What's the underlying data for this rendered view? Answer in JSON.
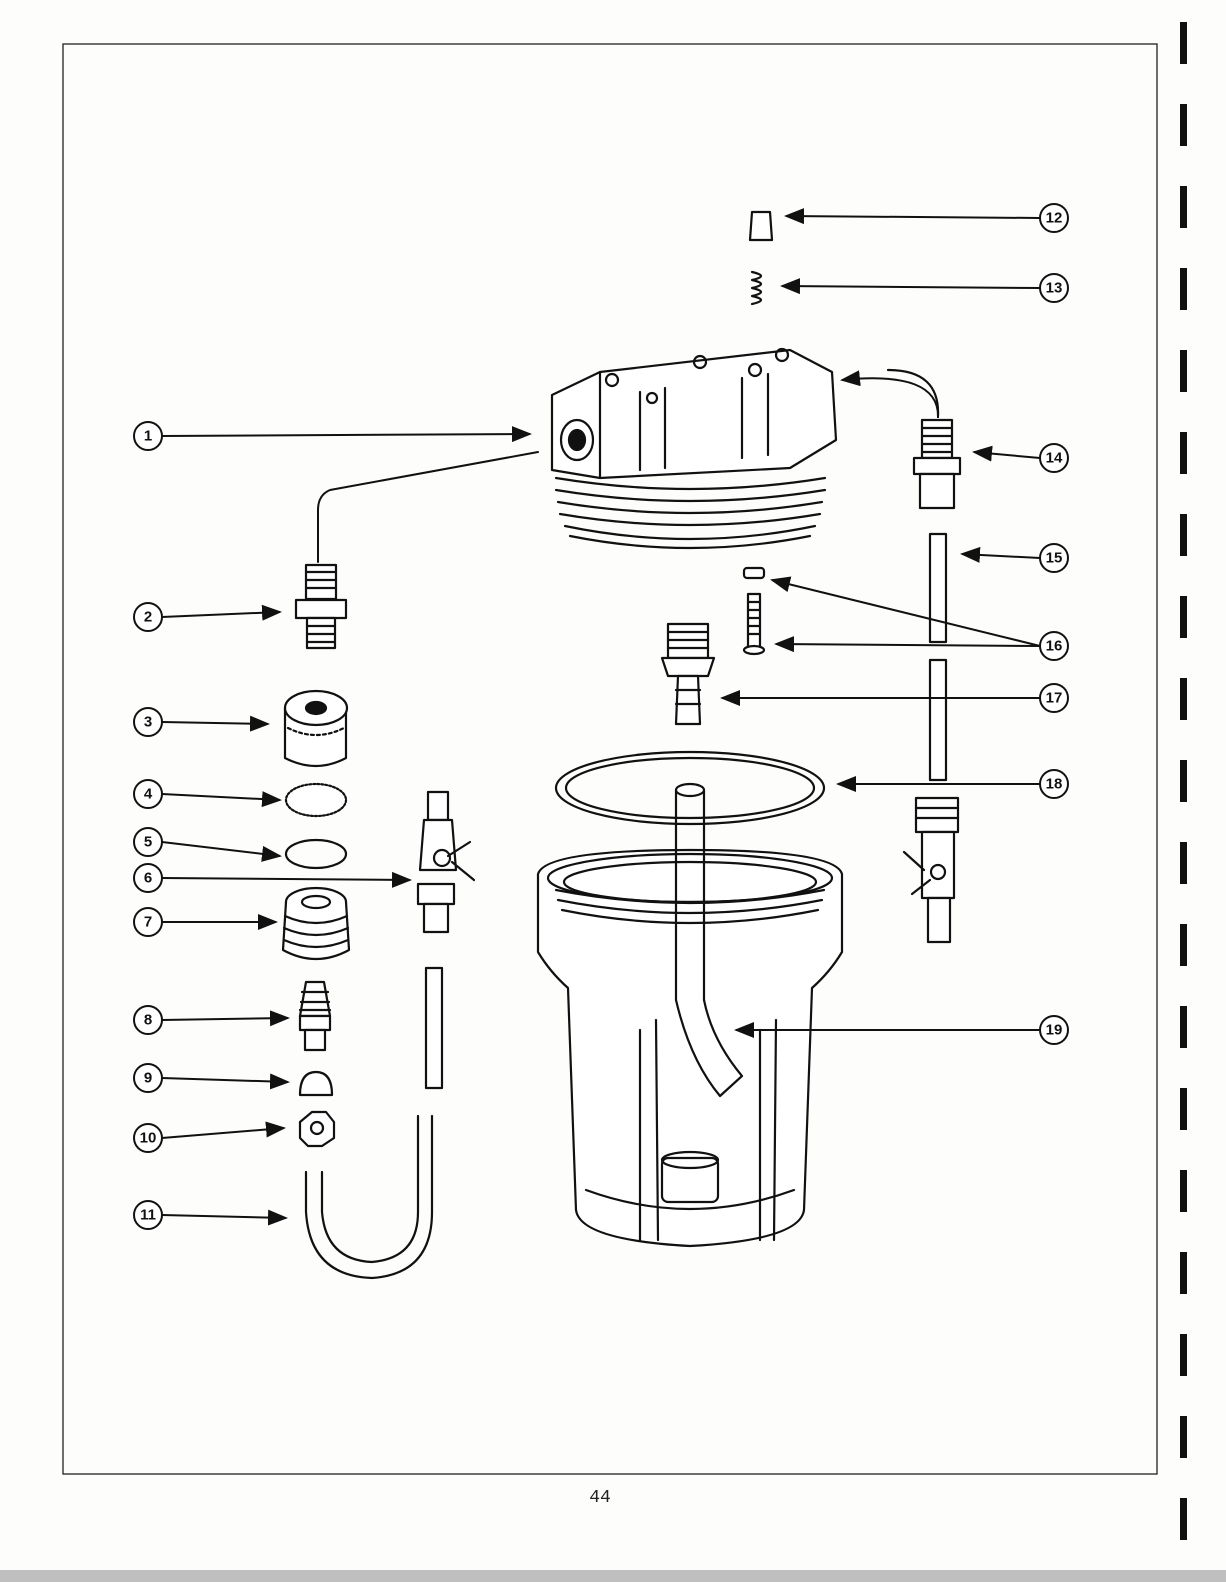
{
  "page": {
    "number": "44"
  },
  "callouts": {
    "c1": "1",
    "c2": "2",
    "c3": "3",
    "c4": "4",
    "c5": "5",
    "c6": "6",
    "c7": "7",
    "c8": "8",
    "c9": "9",
    "c10": "10",
    "c11": "11",
    "c12": "12",
    "c13": "13",
    "c14": "14",
    "c15": "15",
    "c16": "16",
    "c17": "17",
    "c18": "18",
    "c19": "19"
  }
}
